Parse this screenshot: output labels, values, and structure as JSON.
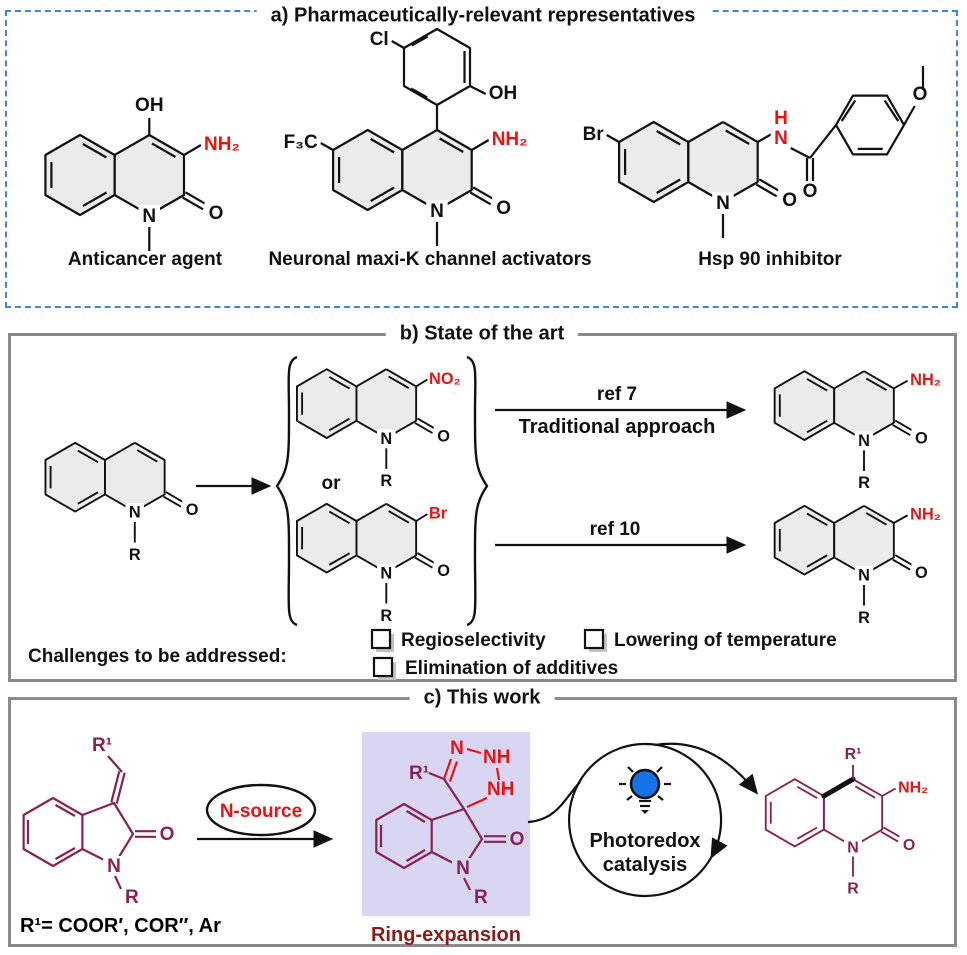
{
  "panels": {
    "a": {
      "title": "a) Pharmaceutically-relevant representatives"
    },
    "b": {
      "title": "b) State of the art"
    },
    "c": {
      "title": "c) This work"
    }
  },
  "atoms": {
    "N": "N",
    "O": "O",
    "R": "R",
    "R1": "R¹",
    "OH": "OH",
    "NH2": "NH₂",
    "NO2": "NO₂",
    "Br": "Br",
    "Cl": "Cl",
    "F3C": "F₃C",
    "H": "H",
    "NH": "NH"
  },
  "molecule_labels": {
    "mol1": "Anticancer agent",
    "mol2": "Neuronal maxi-K channel activators",
    "mol3": "Hsp 90 inhibitor"
  },
  "scheme_b": {
    "or": "or",
    "ref7": "ref 7",
    "traditional": "Traditional approach",
    "ref10": "ref 10",
    "challenges_heading": "Challenges to be addressed:",
    "challenges": [
      "Regioselectivity",
      "Lowering of temperature",
      "Elimination of additives"
    ]
  },
  "scheme_c": {
    "n_source": "N-source",
    "ring_expansion": "Ring-expansion",
    "photoredox": [
      "Photoredox",
      "catalysis"
    ],
    "r1_definition": "R¹= COOR′, COR″, Ar"
  },
  "colors": {
    "accent_red": "#ee1111",
    "maroon": "#8b2052",
    "dark_red": "#8b1a1a",
    "teal": "#3e8184",
    "panel_a_border": "#3c85e8",
    "panel_bc_border": "#8a8a8a",
    "highlight_box": "#d9d6f3",
    "bulb_blue": "#1673e6",
    "ring_fill": "#ebebeb"
  }
}
